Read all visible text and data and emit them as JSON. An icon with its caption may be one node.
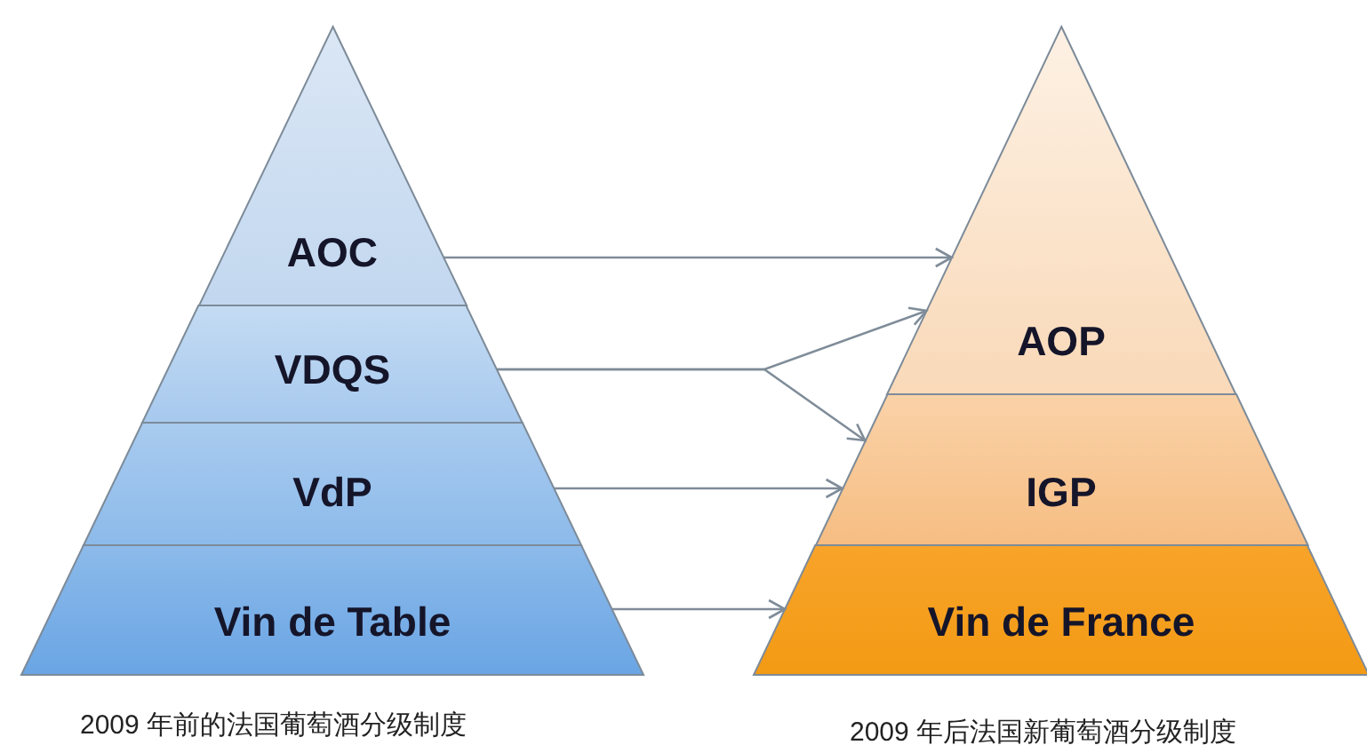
{
  "diagram": {
    "nodes": [
      {
        "text": [
          "AOC"
        ]
      },
      {
        "text": [
          "VDQS"
        ]
      },
      {
        "text": [
          "VdP"
        ]
      },
      {
        "text": [
          "Vin de Table"
        ]
      },
      {
        "text": [
          "AOP"
        ]
      },
      {
        "text": [
          "IGP"
        ]
      },
      {
        "text": [
          "Vin de France"
        ]
      }
    ],
    "edges": [
      {
        "from": 0,
        "to": 4,
        "arrow": "to"
      },
      {
        "from": 1,
        "to": 4,
        "arrow": "to"
      },
      {
        "from": 1,
        "to": 5,
        "arrow": "to"
      },
      {
        "from": 2,
        "to": 5,
        "arrow": "to"
      },
      {
        "from": 3,
        "to": 6,
        "arrow": "to"
      }
    ],
    "labels": [
      "2009 年前的法国葡萄酒分级制度",
      "2009 年后法国新葡萄酒分级制度"
    ]
  }
}
